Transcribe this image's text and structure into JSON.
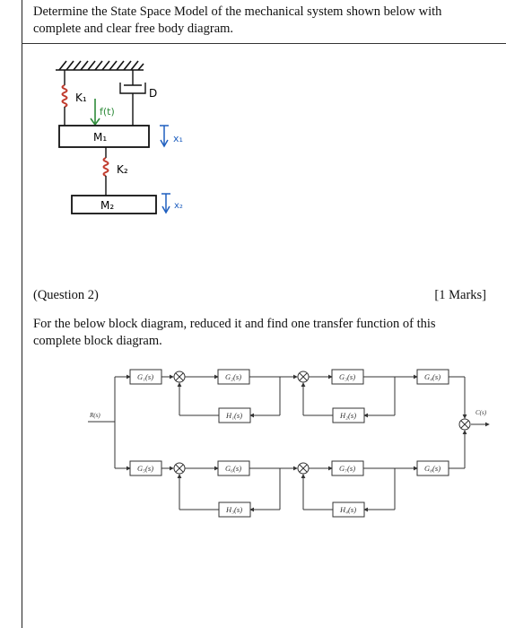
{
  "question1": {
    "text": "Determine the State Space Model of the mechanical system shown below with complete and clear free body diagram."
  },
  "mech_figure": {
    "k1_label": "K₁",
    "damper_label": "D",
    "force_label": "f(t)",
    "m1_label": "M₁",
    "x1_label": "x₁",
    "k2_label": "K₂",
    "m2_label": "M₂",
    "x2_label": "x₂",
    "colors": {
      "spring": "#c0392b",
      "force": "#2e8b3a",
      "displacement": "#1f5fbf",
      "ink": "#111111"
    }
  },
  "question2": {
    "label": "(Question 2)",
    "marks": "[1 Marks]",
    "text": "For the below block diagram, reduced it and find one transfer function of this complete block diagram."
  },
  "block_diagram": {
    "input_label": "R(s)",
    "output_label": "C(s)",
    "top_row": [
      "G₁(s)",
      "G₂(s)",
      "G₃(s)",
      "G₄(s)"
    ],
    "top_feedback": [
      "H₁(s)",
      "H₂(s)"
    ],
    "bottom_row": [
      "G₅(s)",
      "G₆(s)",
      "G₇(s)",
      "G₈(s)"
    ],
    "bottom_feedback": [
      "H₃(s)",
      "H₄(s)"
    ]
  }
}
